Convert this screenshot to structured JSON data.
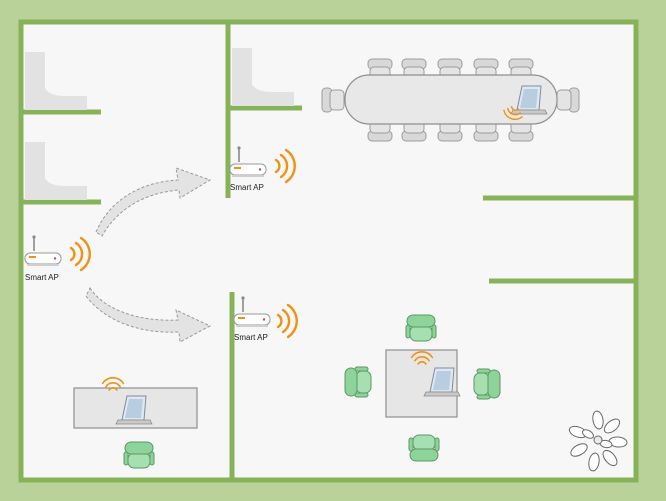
{
  "colors": {
    "frame": "#b9d29a",
    "wall": "#86b35a",
    "floor": "#f7f7f7",
    "furniture": "#e6e6e6",
    "furniture_stroke": "#8f8f8f",
    "chair_gray": "#d8d8d8",
    "chair_green": "#8ed39a",
    "chair_green_stroke": "#5a9a66",
    "signal": "#f29111",
    "arrow_fill": "#e3e3e3",
    "arrow_stroke": "#9a9a9a"
  },
  "access_points": [
    {
      "label": "Smart AP",
      "icon": "router-icon",
      "signal_icon": "wifi-signal-icon"
    },
    {
      "label": "Smart AP",
      "icon": "router-icon",
      "signal_icon": "wifi-signal-icon"
    },
    {
      "label": "Smart AP",
      "icon": "router-icon",
      "signal_icon": "wifi-signal-icon"
    }
  ],
  "client_devices": [
    {
      "icon": "laptop-icon",
      "location": "conference-table"
    },
    {
      "icon": "laptop-icon",
      "location": "office-desk"
    },
    {
      "icon": "laptop-icon",
      "location": "meeting-table"
    }
  ],
  "arrows": [
    {
      "from": "left-office-ap",
      "to": "upper-middle-ap"
    },
    {
      "from": "left-office-ap",
      "to": "lower-middle-ap"
    }
  ],
  "decor": [
    {
      "icon": "plant-icon"
    }
  ]
}
